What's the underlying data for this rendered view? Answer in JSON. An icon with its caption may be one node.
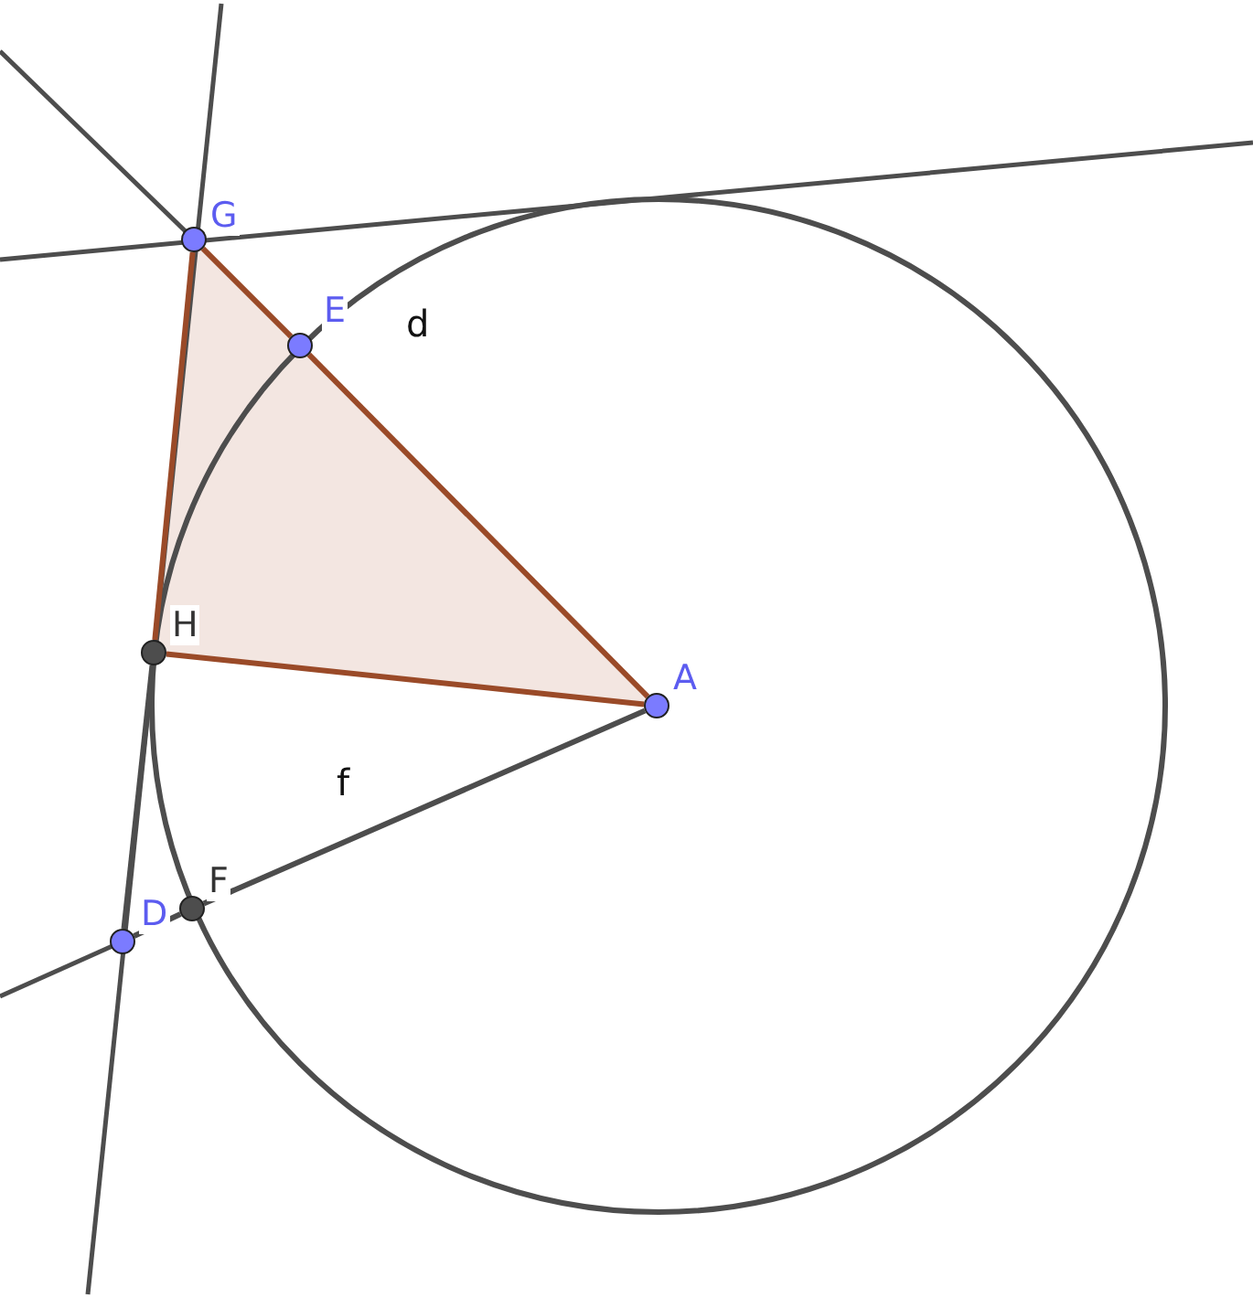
{
  "diagram": {
    "nodes": [
      {
        "text": [
          "G"
        ]
      },
      {
        "text": [
          "E"
        ]
      },
      {
        "text": [
          "H"
        ]
      },
      {
        "text": [
          "A"
        ]
      },
      {
        "text": [
          "D"
        ]
      },
      {
        "text": [
          "F"
        ]
      }
    ],
    "edges": [
      {
        "from": 0,
        "to": 1,
        "arrow": "none"
      },
      {
        "from": 1,
        "to": 3,
        "arrow": "none"
      },
      {
        "from": 3,
        "to": 2,
        "arrow": "none"
      },
      {
        "from": 2,
        "to": 0,
        "arrow": "none"
      },
      {
        "from": 3,
        "to": 5,
        "arrow": "none",
        "color": "#4d4d4d"
      },
      {
        "from": 5,
        "to": 4,
        "arrow": "none",
        "color": "#4d4d4d"
      },
      {
        "from": 4,
        "to": 2,
        "arrow": "none",
        "color": "#4d4d4d"
      }
    ],
    "labels": [
      "d",
      "f"
    ]
  }
}
